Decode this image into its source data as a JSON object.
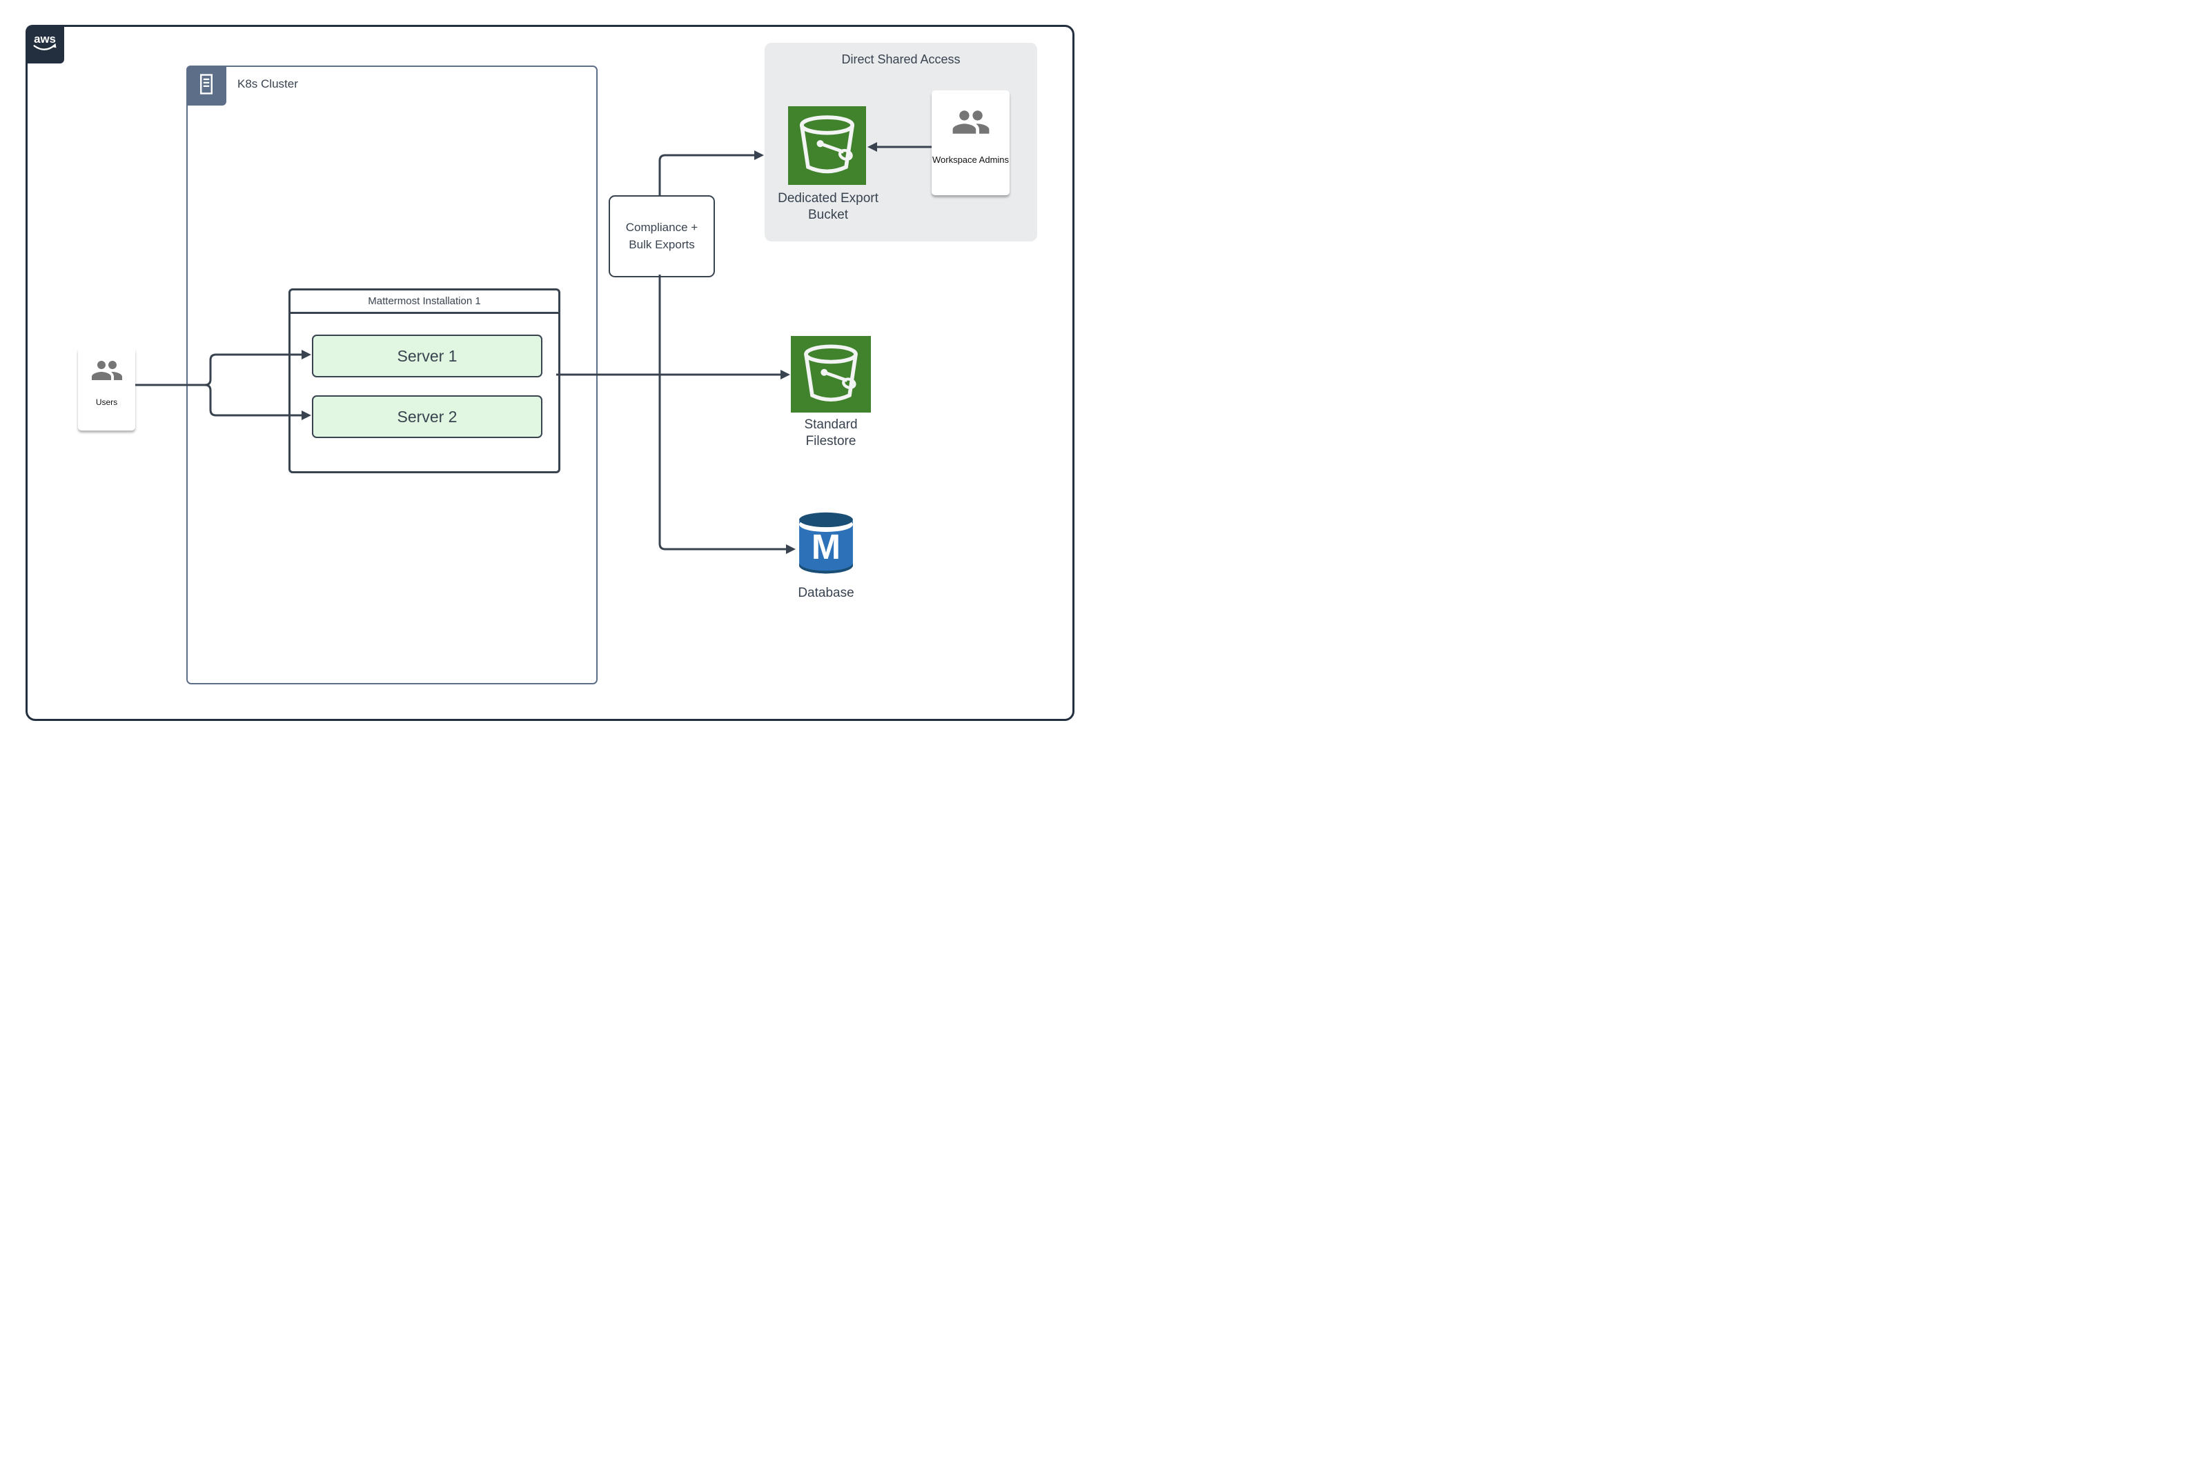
{
  "diagram": {
    "provider_badge": {
      "label": "aws"
    },
    "k8s_cluster": {
      "label": "K8s Cluster"
    },
    "installation": {
      "title": "Mattermost Installation 1",
      "servers": [
        {
          "label": "Server 1"
        },
        {
          "label": "Server 2"
        }
      ]
    },
    "users": {
      "label": "Users"
    },
    "compliance_node": {
      "line1": "Compliance +",
      "line2": "Bulk Exports"
    },
    "shared_access_panel": {
      "title": "Direct Shared Access",
      "bucket": {
        "line1": "Dedicated Export",
        "line2": "Bucket"
      },
      "admins": {
        "label": "Workspace Admins"
      }
    },
    "filestore": {
      "line1": "Standard",
      "line2": "Filestore"
    },
    "database": {
      "label": "Database"
    },
    "colors": {
      "connector_line": "#39434F",
      "frame_navy": "#232F3E",
      "k8s_slate": "#5D6F88",
      "server_fill": "#E1F7E2",
      "bucket_green": "#41822D",
      "panel_gray": "#E9EBED",
      "database_blue": "#2D72B8",
      "database_dark": "#1A4E74",
      "person_gray": "#757575"
    }
  }
}
